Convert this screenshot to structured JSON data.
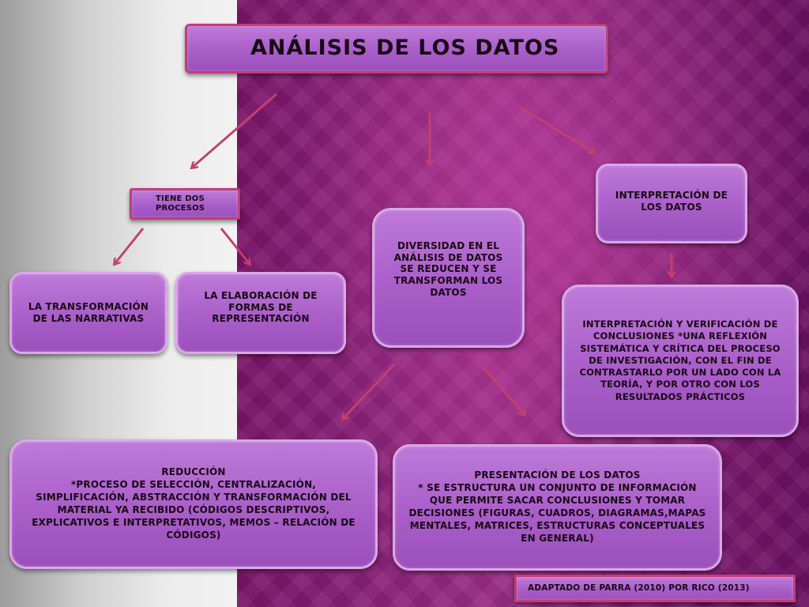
{
  "diagram": {
    "title": "Análisis de los datos",
    "processes_label": "Tiene dos procesos",
    "transformation": "La transformación de las narrativas",
    "elaboration": "La elaboración de formas de representación",
    "diversity": "Diversidad en el análisis de datos se reducen y se transforman los datos",
    "interpretation_title": "Interpretación de los datos",
    "interpretation_detail": "Interpretación y verificación de conclusiones *Una reflexión sistemática y crítica del proceso de investigación, con el fin de contrastarlo por un lado con la teoría, y por otro con los resultados prácticos",
    "reduction_title": "Reducción",
    "reduction_detail": "*Proceso de selección, centralización, simplificación, abstracción y transformación del material ya recibido (códigos descriptivos, explicativos e interpretativos, memos – relación de códigos)",
    "presentation_title": "Presentación de los datos",
    "presentation_detail": "* Se estructura un conjunto de información que permite sacar conclusiones y tomar decisiones (figuras, cuadros, diagramas,mapas mentales, matrices, estructuras conceptuales en general)",
    "credit": "Adaptado de Parra (2010) por Rico (2013)"
  },
  "colors": {
    "box_fill": "#a95ec8",
    "box_border": "#d9a8e8",
    "title_border": "#c23c7a",
    "arrow": "#c2406e",
    "background_purple": "#8a1f78",
    "background_gray": "#d9d9d9",
    "text": "#1a0718"
  }
}
